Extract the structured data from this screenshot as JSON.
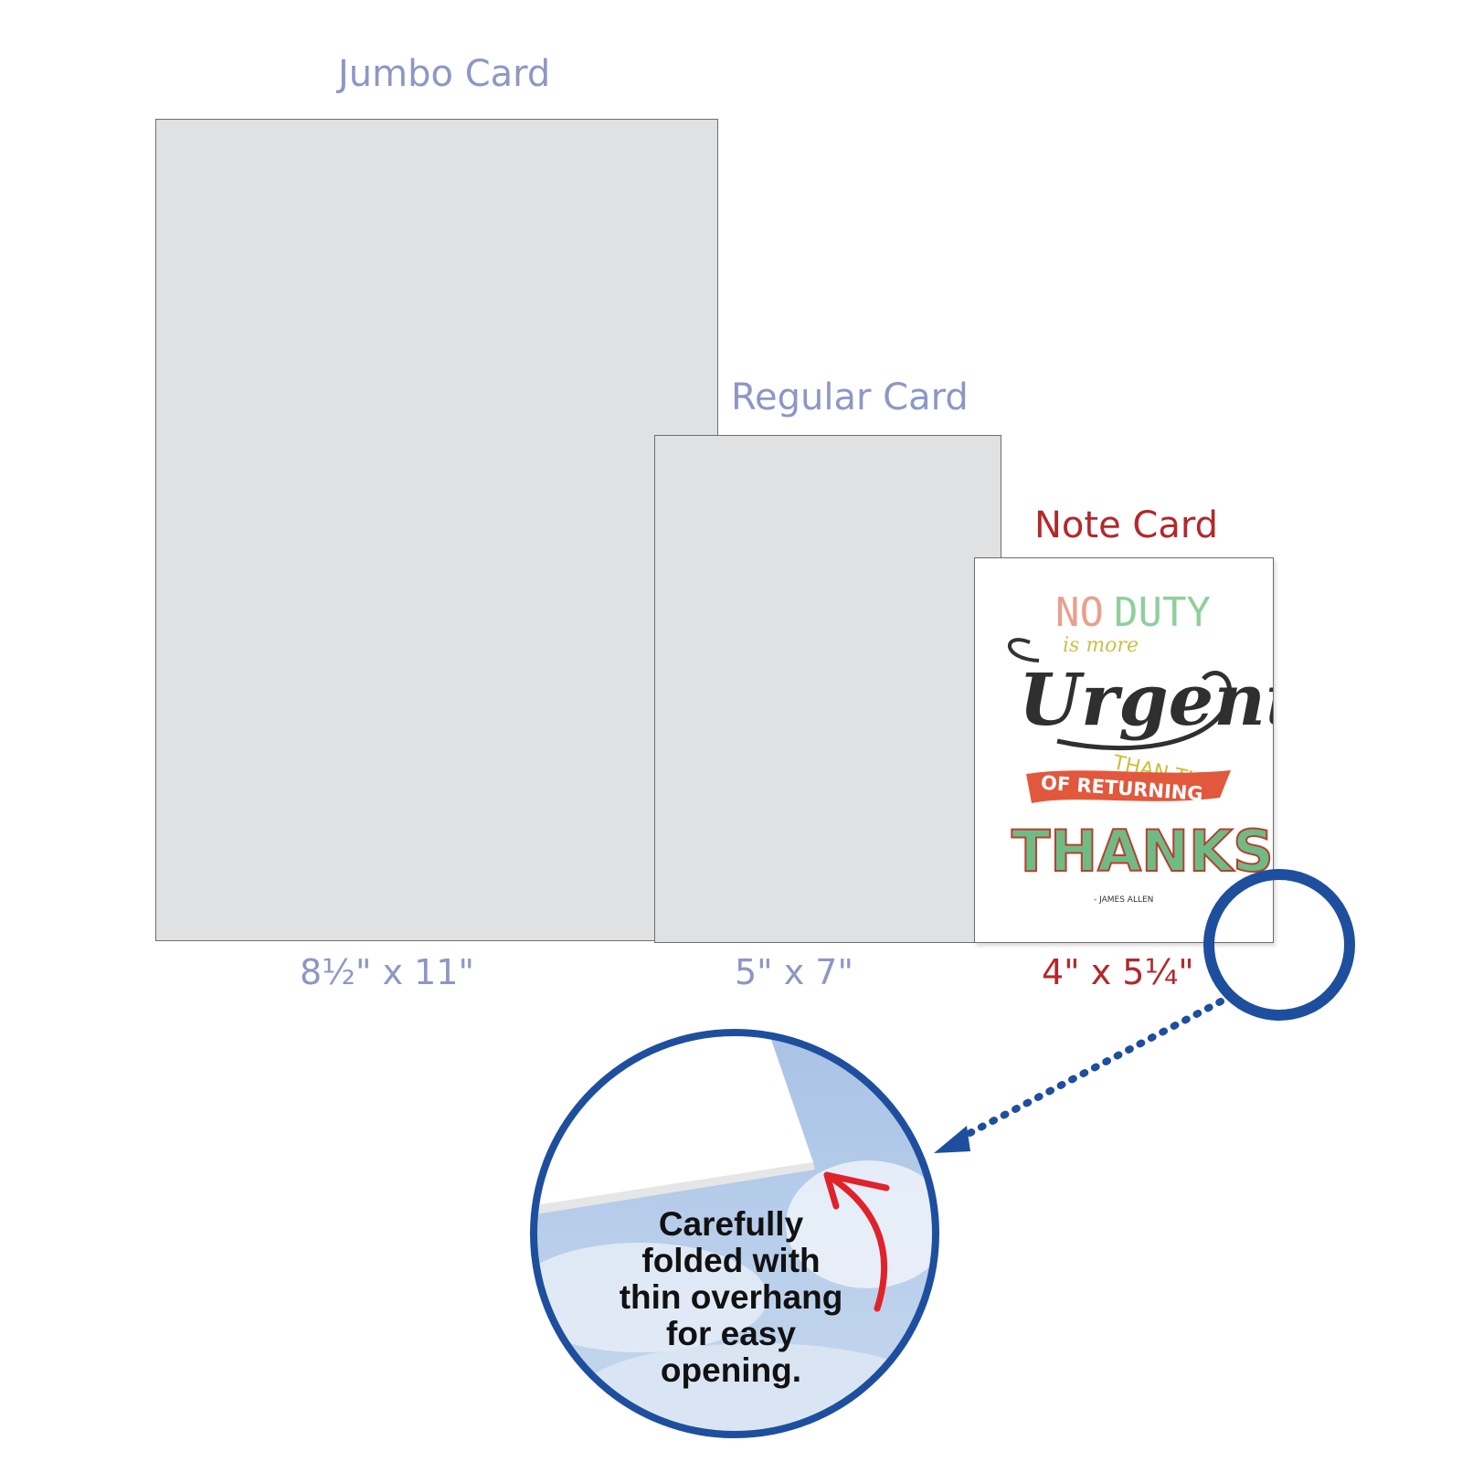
{
  "cards": {
    "jumbo": {
      "title": "Jumbo Card",
      "size": "8½\"  x 11\""
    },
    "regular": {
      "title": "Regular Card",
      "size": "5\" x 7\""
    },
    "note": {
      "title": "Note Card",
      "size": "4\" x 5¼\""
    }
  },
  "note_art": {
    "line1a": "NO",
    "line1b": "DUTY",
    "line2": "is more",
    "line3": "Urgent",
    "line4": "THAN THAT",
    "line5": "OF RETURNING",
    "line6": "THANKS.",
    "credit": "- JAMES ALLEN"
  },
  "callout": {
    "lines": [
      "Carefully",
      "folded with",
      "thin overhang",
      "for easy",
      "opening."
    ]
  },
  "colors": {
    "standard_label": "#8d97c6",
    "note_label": "#b3282b",
    "card_fill": "#e0e1e3",
    "callout_ring": "#1e4f9e",
    "arrow_red": "#e0222a"
  }
}
